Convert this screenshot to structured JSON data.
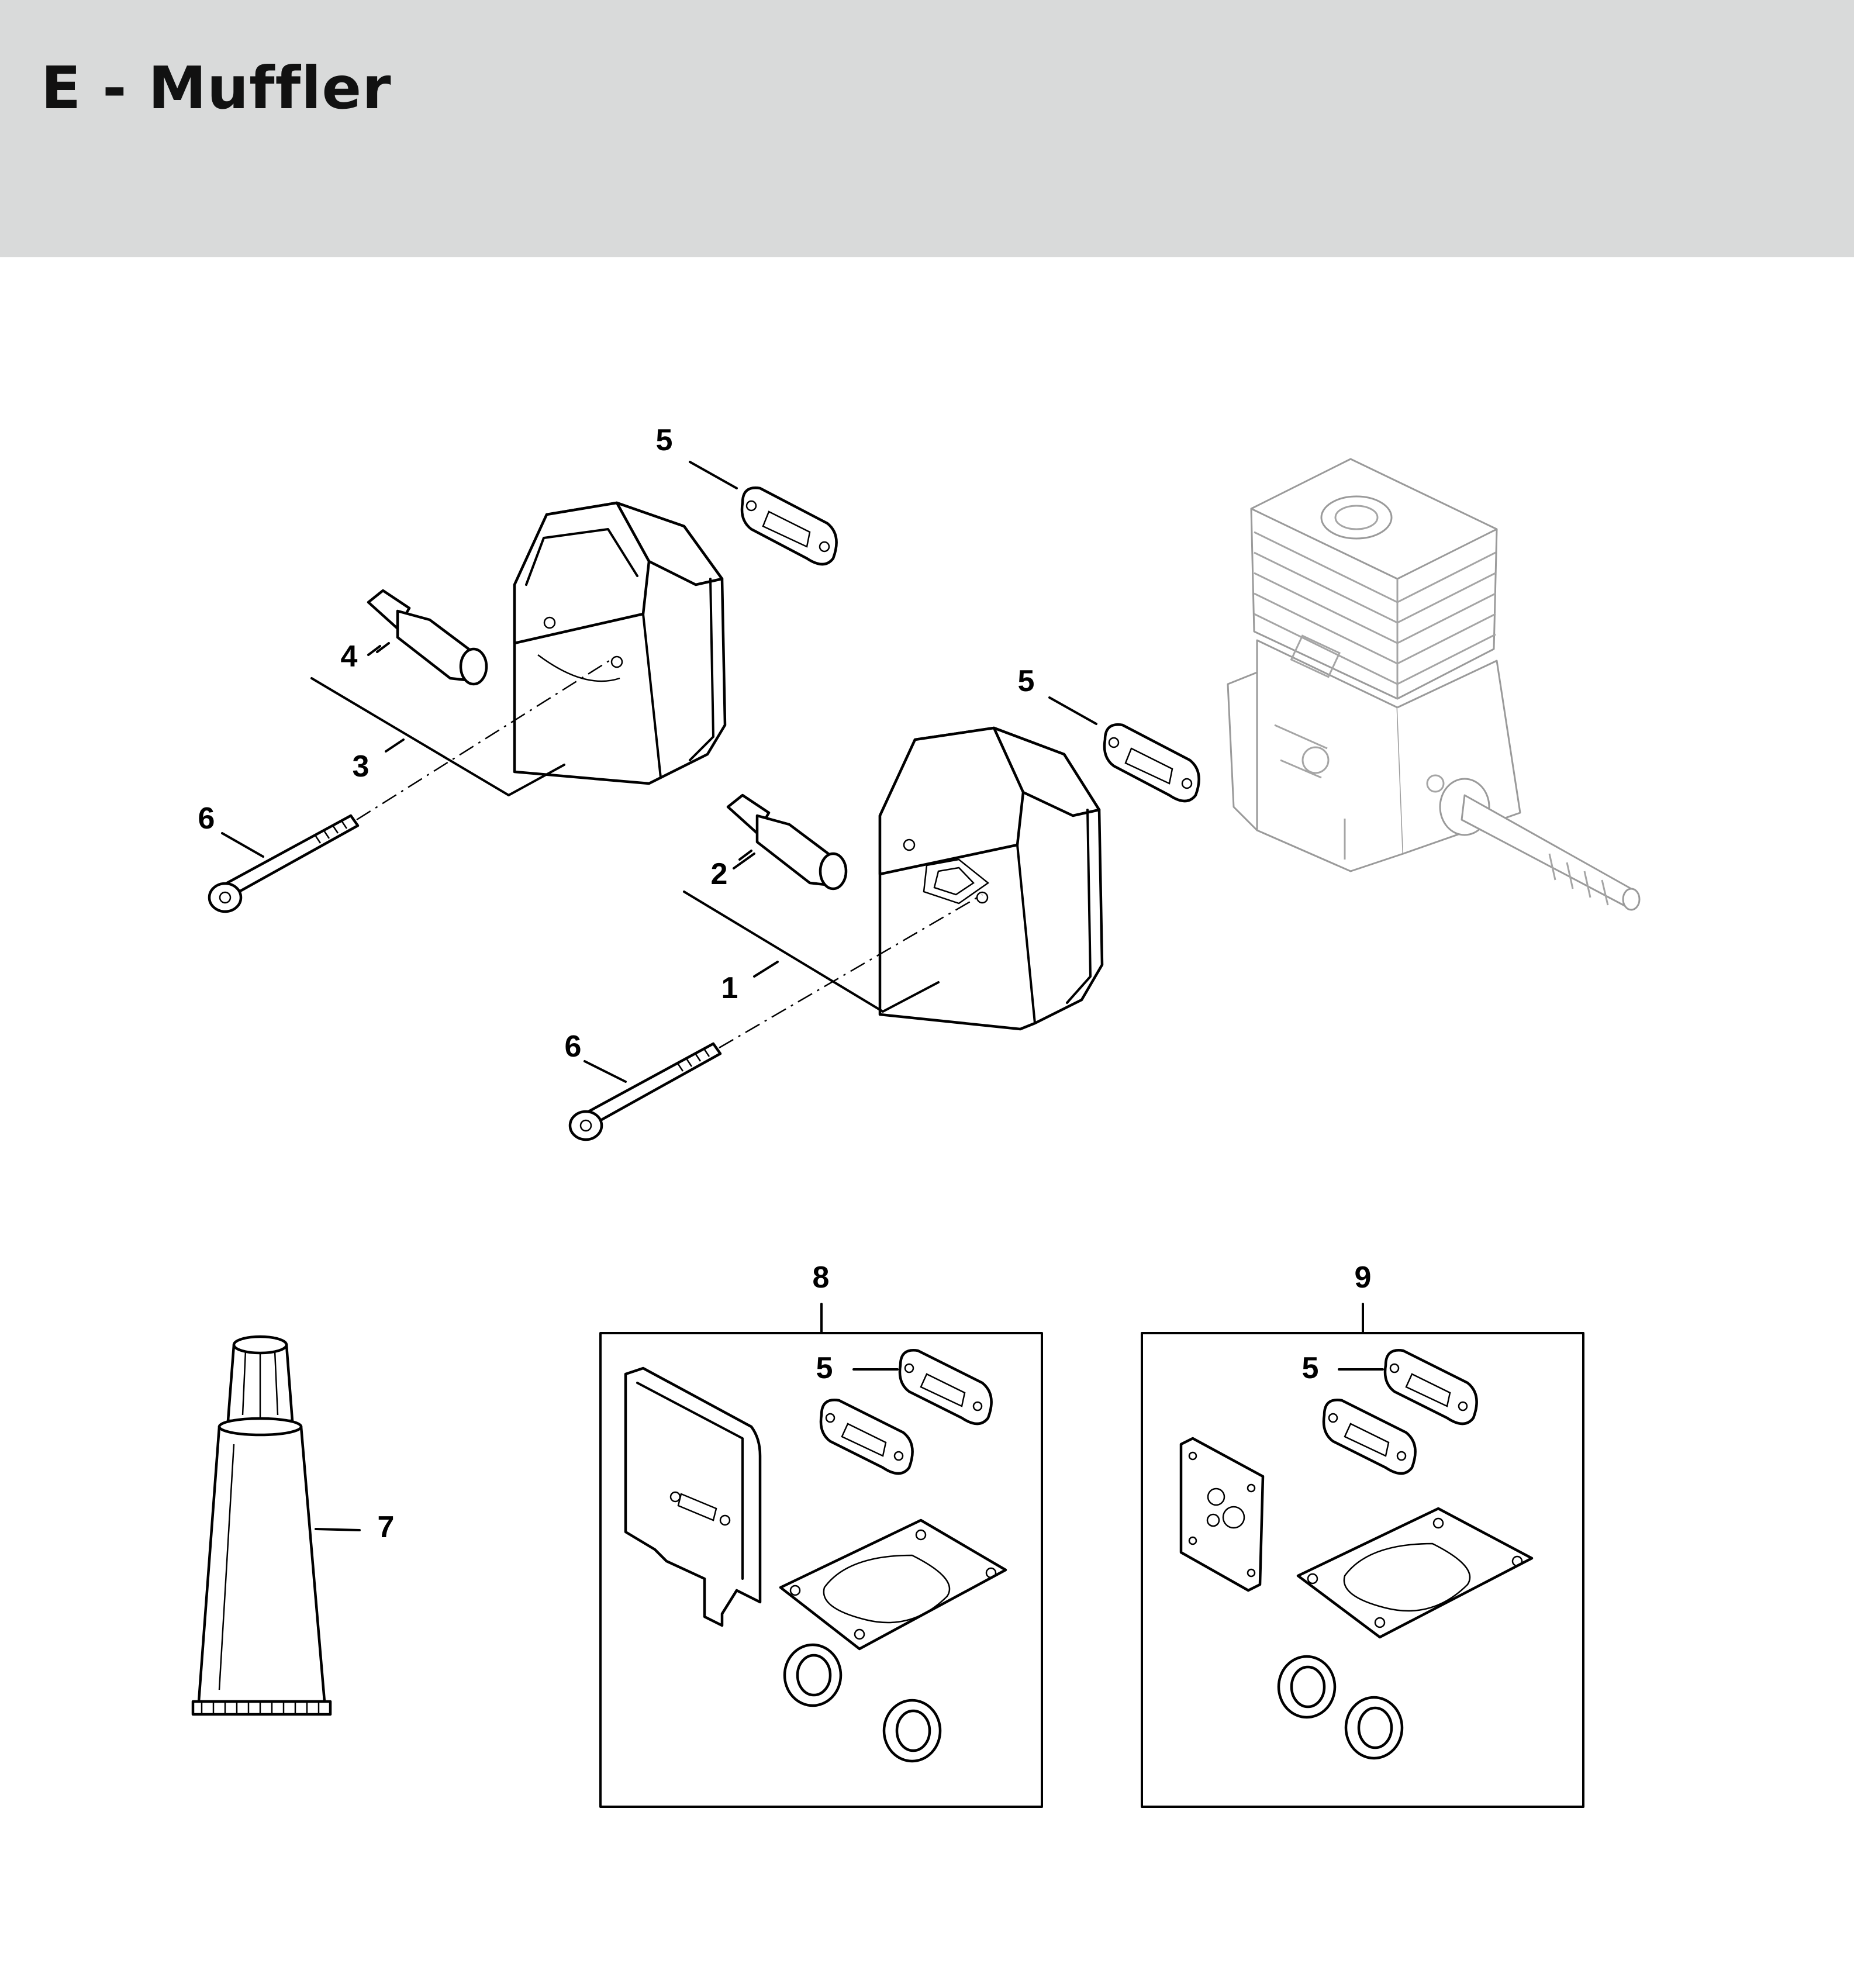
{
  "page": {
    "title": "E - Muffler"
  },
  "callouts": [
    {
      "id": "c5-top",
      "label": "5"
    },
    {
      "id": "c4",
      "label": "4"
    },
    {
      "id": "c3",
      "label": "3"
    },
    {
      "id": "c6-upper",
      "label": "6"
    },
    {
      "id": "c5-mid",
      "label": "5"
    },
    {
      "id": "c2",
      "label": "2"
    },
    {
      "id": "c1",
      "label": "1"
    },
    {
      "id": "c6-lower",
      "label": "6"
    },
    {
      "id": "c8",
      "label": "8"
    },
    {
      "id": "c9",
      "label": "9"
    },
    {
      "id": "c7",
      "label": "7"
    },
    {
      "id": "c5-kit8",
      "label": "5"
    },
    {
      "id": "c5-kit9",
      "label": "5"
    }
  ]
}
